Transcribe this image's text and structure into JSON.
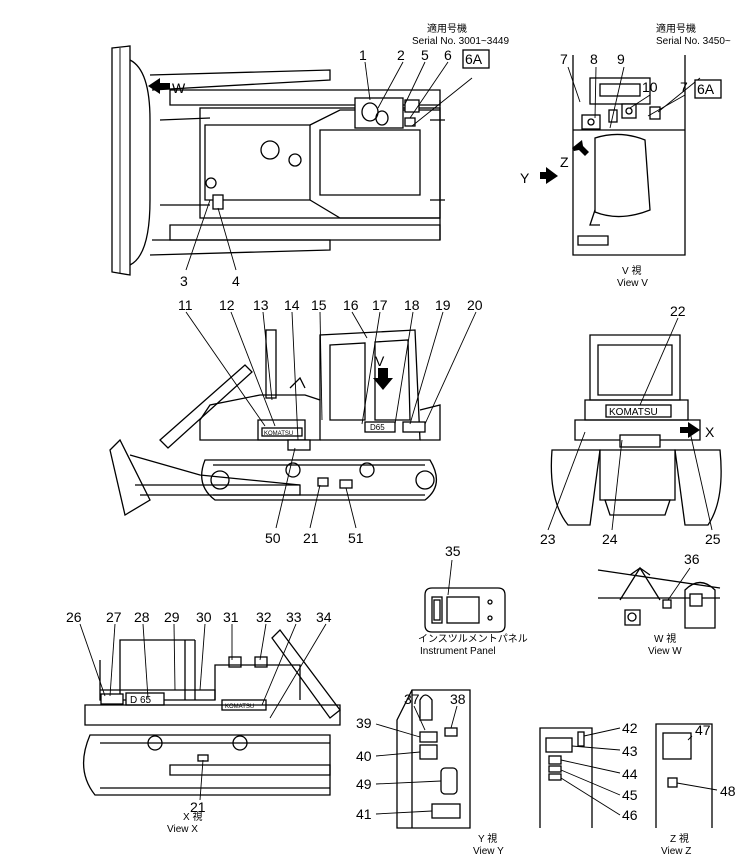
{
  "top_right_serial": {
    "jp": "適用号機",
    "en": "Serial  No.  3450~"
  },
  "top_left_serial": {
    "jp": "適用号機",
    "en": "Serial  No.  3001~3449"
  },
  "view_v": {
    "jp": "V   視",
    "en": "View  V"
  },
  "view_w": {
    "jp": "W   視",
    "en": "View  W"
  },
  "view_x": {
    "jp": "X   視",
    "en": "View  X"
  },
  "view_y": {
    "jp": "Y   視",
    "en": "View  Y"
  },
  "view_z": {
    "jp": "Z   視",
    "en": "View  Z"
  },
  "instrument_panel": {
    "jp": "インスツルメントパネル",
    "en": "Instrument  Panel"
  },
  "arrows": {
    "W": "W",
    "V": "V",
    "X": "X",
    "Y": "Y",
    "Z": "Z"
  },
  "decals": {
    "komatsu": "KOMATSU",
    "model": "D 65",
    "model_small": "D65"
  },
  "callouts": {
    "c1": "1",
    "c2": "2",
    "c3": "3",
    "c4": "4",
    "c5": "5",
    "c6": "6",
    "c6a": "6A",
    "c7": "7",
    "c8": "8",
    "c9": "9",
    "c10": "10",
    "c11": "11",
    "c12": "12",
    "c13": "13",
    "c14": "14",
    "c15": "15",
    "c16": "16",
    "c17": "17",
    "c18": "18",
    "c19": "19",
    "c20": "20",
    "c21": "21",
    "c22": "22",
    "c23": "23",
    "c24": "24",
    "c25": "25",
    "c26": "26",
    "c27": "27",
    "c28": "28",
    "c29": "29",
    "c30": "30",
    "c31": "31",
    "c32": "32",
    "c33": "33",
    "c34": "34",
    "c35": "35",
    "c36": "36",
    "c37": "37",
    "c38": "38",
    "c39": "39",
    "c40": "40",
    "c41": "41",
    "c42": "42",
    "c43": "43",
    "c44": "44",
    "c45": "45",
    "c46": "46",
    "c47": "47",
    "c48": "48",
    "c49": "49",
    "c50": "50",
    "c51": "51"
  }
}
